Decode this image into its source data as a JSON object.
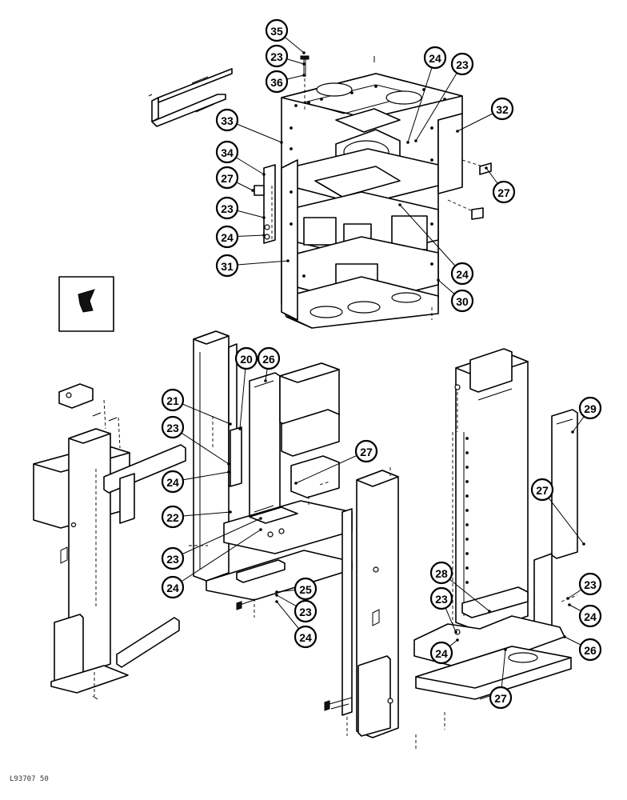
{
  "callouts": [
    {
      "id": "c35",
      "label": "35"
    },
    {
      "id": "c23a",
      "label": "23"
    },
    {
      "id": "c36",
      "label": "36"
    },
    {
      "id": "c24a",
      "label": "24"
    },
    {
      "id": "c23b",
      "label": "23"
    },
    {
      "id": "c32",
      "label": "32"
    },
    {
      "id": "c33",
      "label": "33"
    },
    {
      "id": "c34",
      "label": "34"
    },
    {
      "id": "c27a",
      "label": "27"
    },
    {
      "id": "c27b",
      "label": "27"
    },
    {
      "id": "c23c",
      "label": "23"
    },
    {
      "id": "c24b",
      "label": "24"
    },
    {
      "id": "c24c",
      "label": "24"
    },
    {
      "id": "c31",
      "label": "31"
    },
    {
      "id": "c30",
      "label": "30"
    },
    {
      "id": "c20",
      "label": "20"
    },
    {
      "id": "c26a",
      "label": "26"
    },
    {
      "id": "c21",
      "label": "21"
    },
    {
      "id": "c23d",
      "label": "23"
    },
    {
      "id": "c24d",
      "label": "24"
    },
    {
      "id": "c27c",
      "label": "27"
    },
    {
      "id": "c22",
      "label": "22"
    },
    {
      "id": "c23e",
      "label": "23"
    },
    {
      "id": "c24e",
      "label": "24"
    },
    {
      "id": "c25",
      "label": "25"
    },
    {
      "id": "c23f",
      "label": "23"
    },
    {
      "id": "c24f",
      "label": "24"
    },
    {
      "id": "c29",
      "label": "29"
    },
    {
      "id": "c27d",
      "label": "27"
    },
    {
      "id": "c23g",
      "label": "23"
    },
    {
      "id": "c24g",
      "label": "24"
    },
    {
      "id": "c28",
      "label": "28"
    },
    {
      "id": "c23h",
      "label": "23"
    },
    {
      "id": "c24h",
      "label": "24"
    },
    {
      "id": "c26b",
      "label": "26"
    },
    {
      "id": "c27e",
      "label": "27"
    }
  ],
  "reference_code": "L93707 50",
  "icons": {
    "inset_locator": "machine-outline-icon"
  }
}
